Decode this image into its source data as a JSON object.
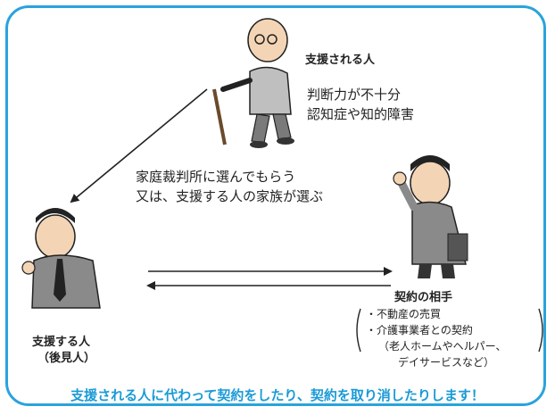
{
  "supported_person": {
    "title": "支援される人",
    "desc_line1": "判断力が不十分",
    "desc_line2": "認知症や知的障害"
  },
  "selection": {
    "line1": "家庭裁判所に選んでもらう",
    "line2": "又は、支援する人の家族が選ぶ"
  },
  "guardian": {
    "title_line1": "支援する人",
    "title_line2": "（後見人）"
  },
  "counterparty": {
    "title": "契約の相手",
    "items": [
      "・不動産の売買",
      "・介護事業者との契約",
      "（老人ホームやヘルパー、",
      "デイサービスなど）"
    ]
  },
  "footer": "支援される人に代わって契約をしたり、契約を取り消したりします！",
  "colors": {
    "frame": "#2aa3dc",
    "footer_text": "#1a9ad6"
  }
}
